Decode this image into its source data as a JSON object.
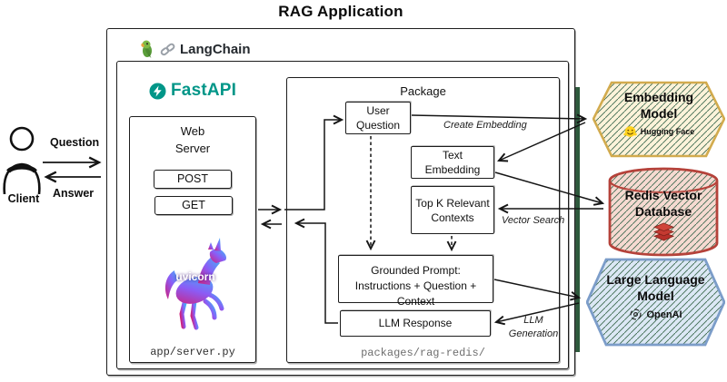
{
  "title": "RAG Application",
  "client": {
    "label": "Client",
    "question_label": "Question",
    "answer_label": "Answer"
  },
  "langchain": {
    "label": "LangChain"
  },
  "fastapi": {
    "label": "FastAPI"
  },
  "web_server": {
    "title": "Web\nServer",
    "post_label": "POST",
    "get_label": "GET",
    "uvicorn_label": "uvicorn",
    "file_path": "app/server.py"
  },
  "package": {
    "title": "Package",
    "user_question": "User\nQuestion",
    "text_embedding": "Text\nEmbedding",
    "top_k": "Top K Relevant\nContexts",
    "grounded_prompt": "Grounded Prompt:\nInstructions + Question + Context",
    "llm_response": "LLM Response",
    "path": "packages/rag-redis/",
    "edge_create_embedding": "Create Embedding",
    "edge_vector_search": "Vector Search",
    "edge_llm_generation": "LLM\nGeneration"
  },
  "entities": {
    "embedding_model": {
      "title": "Embedding\nModel",
      "provider": "Hugging Face"
    },
    "redis": {
      "title": "Redis Vector\nDatabase"
    },
    "llm": {
      "title": "Large Language\nModel",
      "provider": "OpenAI"
    }
  },
  "icons": {
    "langchain": [
      "parrot-icon",
      "chain-link-icon"
    ],
    "fastapi": "lightning-bolt-icon",
    "web_server": "uvicorn-unicorn-icon",
    "client": "person-icon",
    "embedding_model": "hugging-face-icon",
    "redis": "redis-cube-icon",
    "llm": "openai-icon"
  },
  "colors": {
    "fastapi": "#009688",
    "hatch": "#3e6b51",
    "embedding_fill": "#fcf3da",
    "embedding_border": "#d2ab4e",
    "redis_fill": "#f6dad1",
    "redis_border": "#b5423a",
    "llm_fill": "#dce8f5",
    "llm_border": "#7c9dc9",
    "strip": "#2d5a3c",
    "line": "#151515"
  }
}
